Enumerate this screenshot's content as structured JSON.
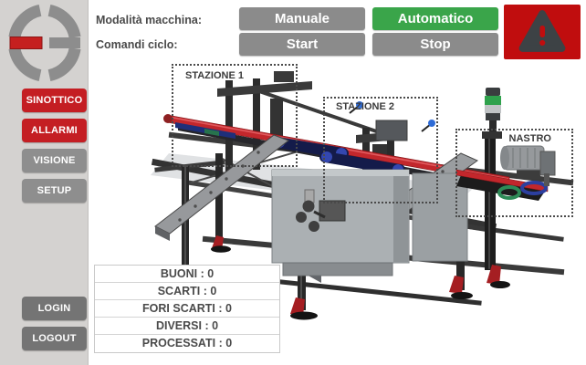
{
  "colors": {
    "red": "#c41e23",
    "red_bright": "#c00d0e",
    "green": "#3aa54a",
    "button_gray": "#8b8b8b",
    "sidebar_gray": "#d4d2d0",
    "nav_gray": "#8e8e8e",
    "auth_gray": "#747474"
  },
  "topbar": {
    "mode_label": "Modalità macchina:",
    "cycle_label": "Comandi ciclo:",
    "manuale": "Manuale",
    "automatico": "Automatico",
    "start": "Start",
    "stop": "Stop"
  },
  "sidebar": {
    "nav": [
      {
        "label": "SINOTTICO",
        "active": true
      },
      {
        "label": "ALLARMI",
        "active": true
      },
      {
        "label": "VISIONE",
        "active": false
      },
      {
        "label": "SETUP",
        "active": false
      }
    ],
    "auth": [
      {
        "label": "LOGIN"
      },
      {
        "label": "LOGOUT"
      }
    ]
  },
  "machine": {
    "annotations": {
      "stazione1": "STAZIONE 1",
      "stazione2": "STAZIONE 2",
      "nastro": "NASTRO"
    }
  },
  "counters": {
    "separator": " : ",
    "rows": [
      {
        "label": "BUONI",
        "value": "0"
      },
      {
        "label": "SCARTI",
        "value": "0"
      },
      {
        "label": "FORI SCARTI",
        "value": "0"
      },
      {
        "label": "DIVERSI",
        "value": "0"
      },
      {
        "label": "PROCESSATI",
        "value": "0"
      }
    ]
  }
}
